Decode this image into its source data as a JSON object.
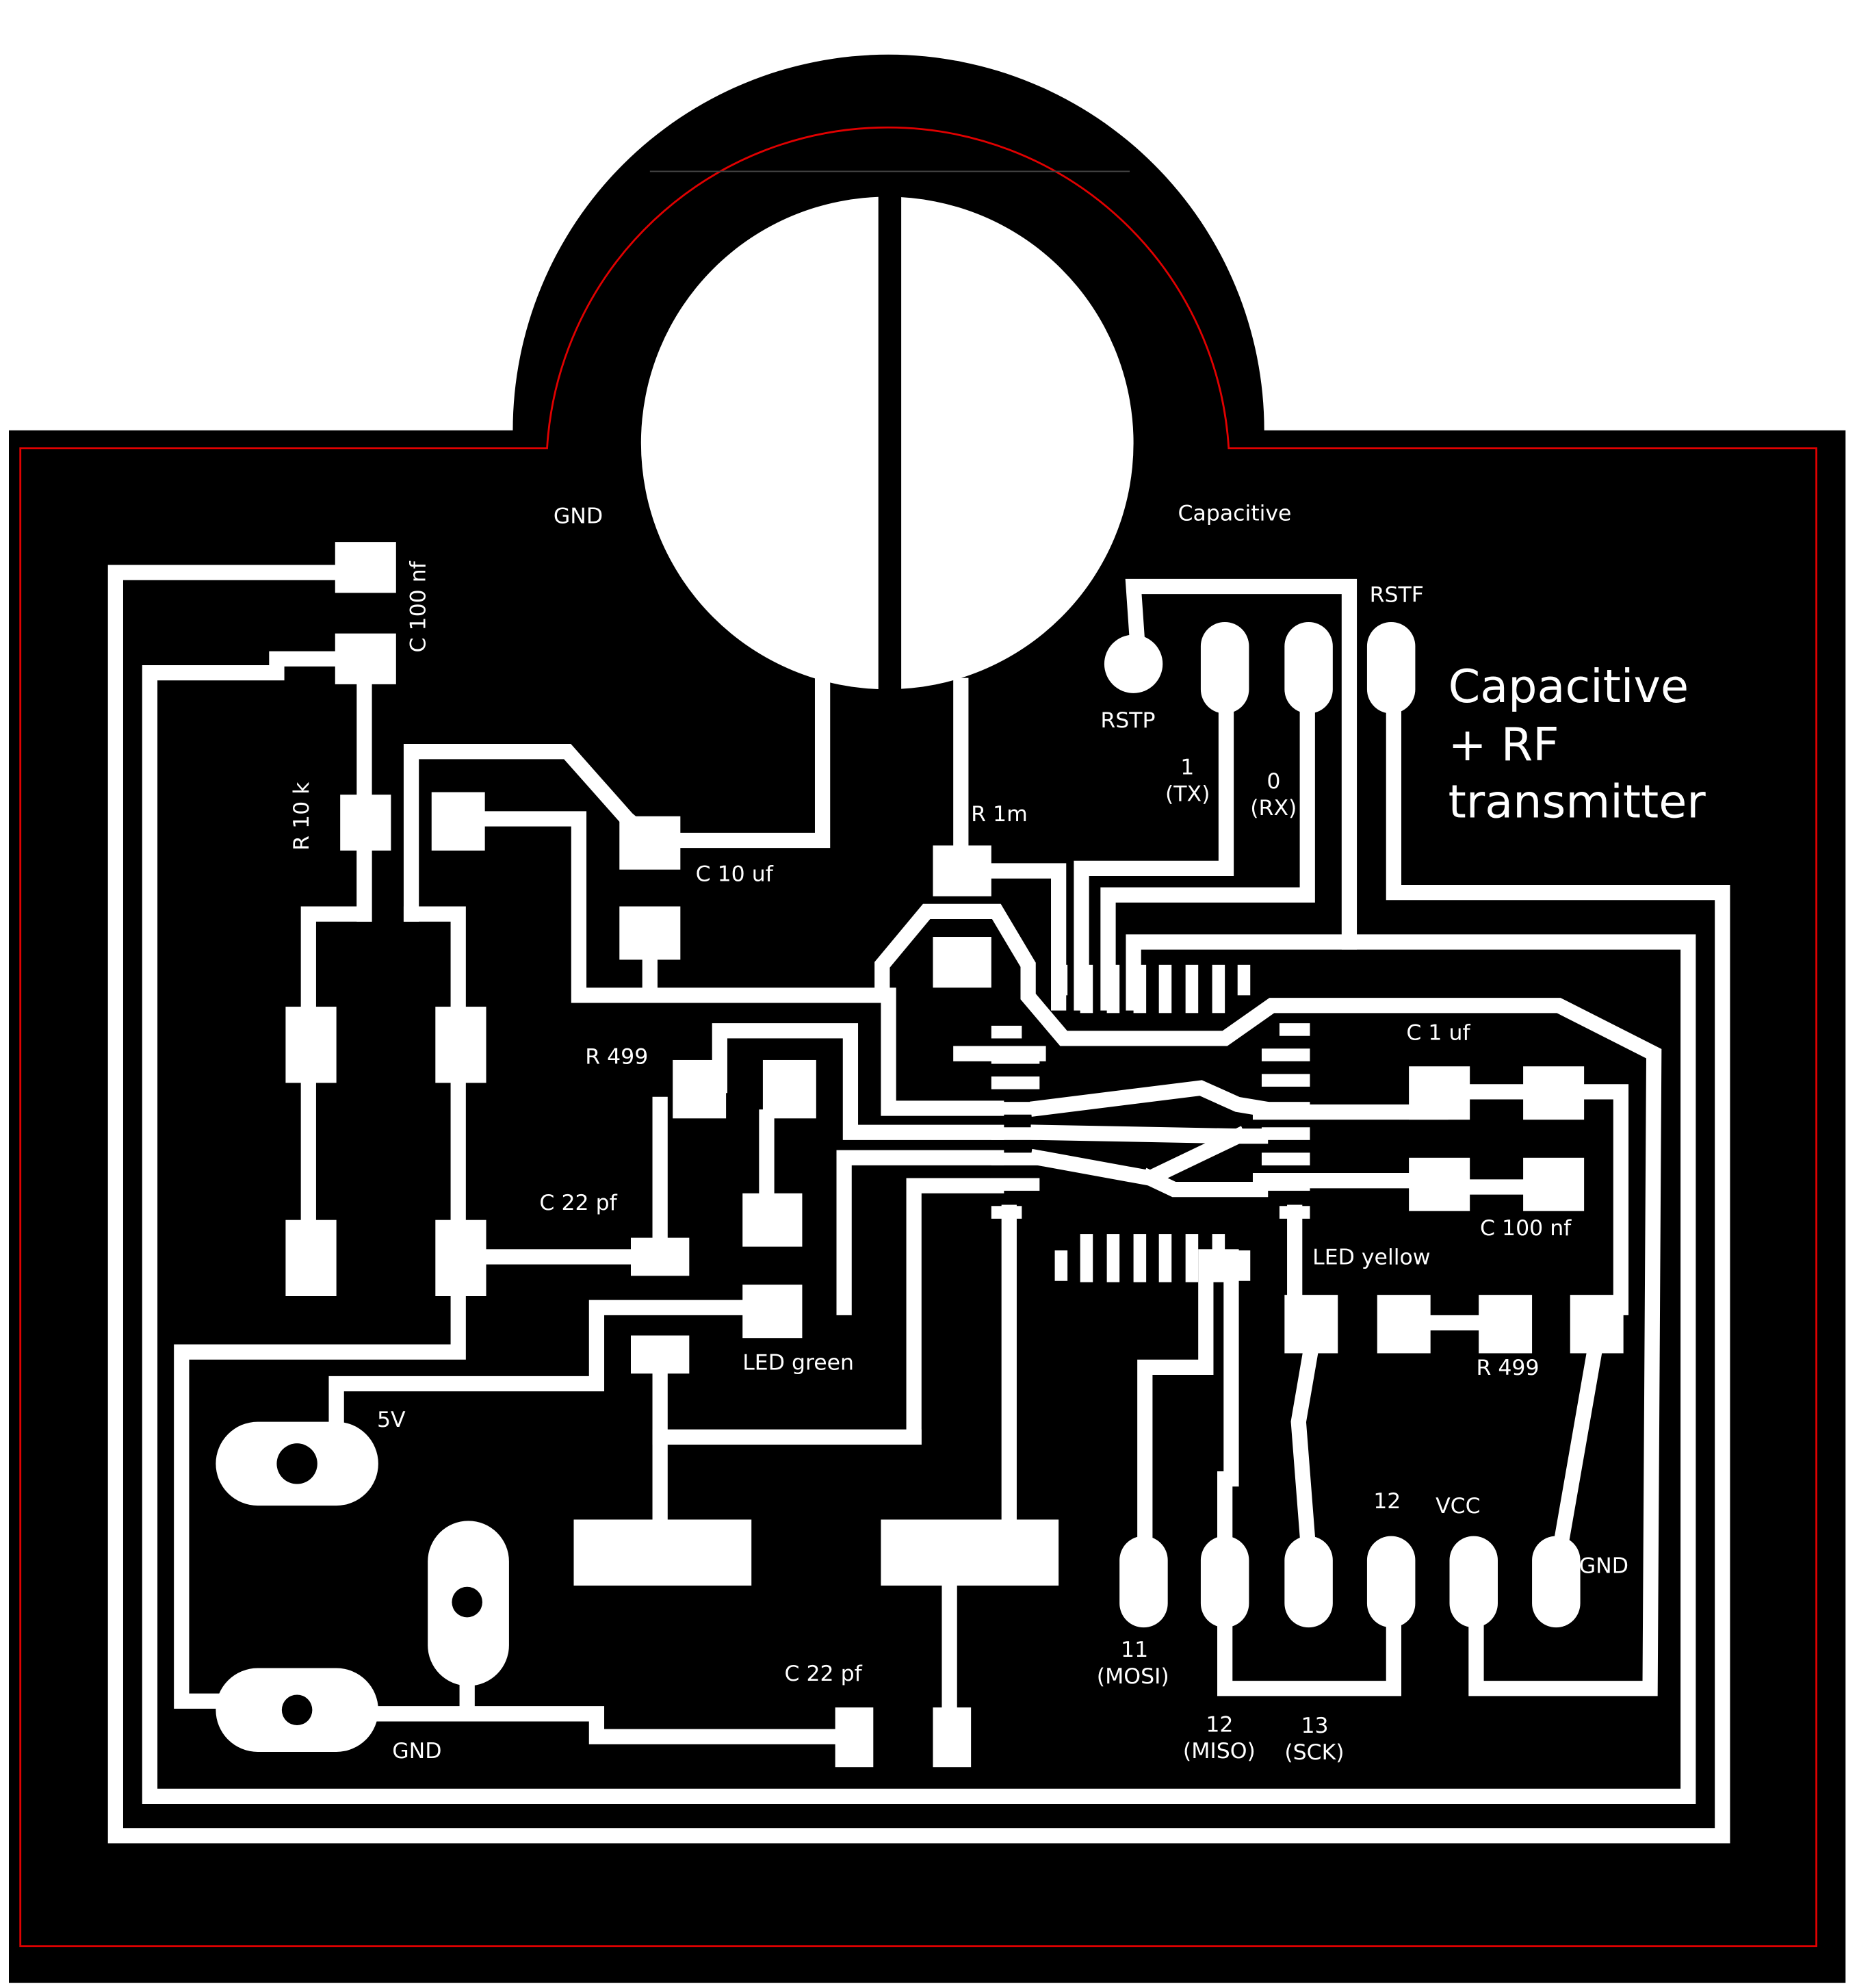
{
  "board": {
    "colors": {
      "background": "#ffffff",
      "substrate": "#000000",
      "copper": "#ffffff",
      "outline": "#e00000"
    },
    "title": {
      "line1": "Capacitive",
      "line2": "+ RF",
      "line3": "transmitter"
    },
    "labels": {
      "gnd_top": "GND",
      "capacitive": "Capacitive",
      "rstf": "RSTF",
      "rstp": "RSTP",
      "c100nf_left": "C 100 nf",
      "r10k": "R 10 k",
      "pin1": "1",
      "pin1_sub": "(TX)",
      "pin0": "0",
      "pin0_sub": "(RX)",
      "r1m": "R 1m",
      "c10uf": "C 10 uf",
      "r499_left": "R 499",
      "c1uf": "C 1 uf",
      "c22pf_mid": "C 22 pf",
      "c100nf_right": "C 100 nf",
      "led_yellow": "LED yellow",
      "led_green": "LED green",
      "r499_right": "R 499",
      "v5": "5V",
      "pin12_top": "12",
      "vcc": "VCC",
      "gnd_right": "GND",
      "pin11": "11",
      "pin11_sub": "(MOSI)",
      "c22pf_bottom": "C 22 pf",
      "pin12_miso": "12",
      "pin12_miso_sub": "(MISO)",
      "pin13": "13",
      "pin13_sub": "(SCK)",
      "gnd_bottom": "GND"
    }
  }
}
